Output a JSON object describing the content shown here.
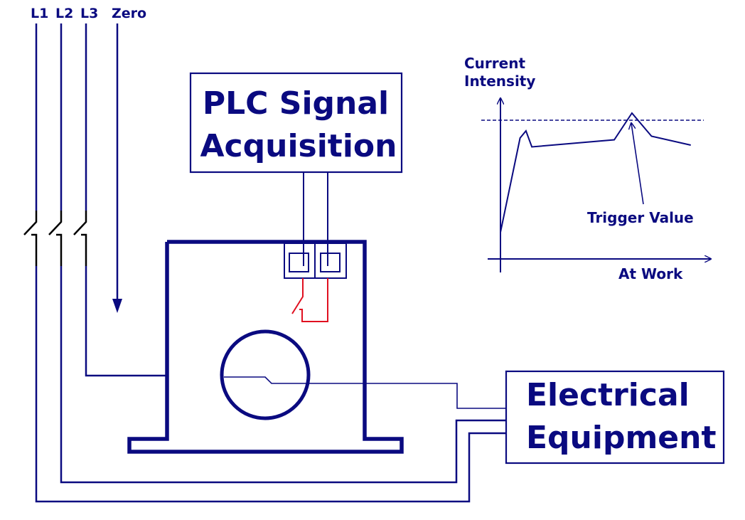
{
  "colors": {
    "primary": "#0a0a80",
    "switch": "#000000",
    "relay": "#e01020",
    "background": "#ffffff"
  },
  "lines": {
    "l1": "L1",
    "l2": "L2",
    "l3": "L3",
    "zero": "Zero"
  },
  "plc_box": {
    "line1": "PLC Signal",
    "line2": "Acquisition"
  },
  "equipment_box": {
    "line1": "Electrical",
    "line2": "Equipment"
  },
  "chart_data": {
    "type": "line",
    "title": "",
    "ylabel_line1": "Current",
    "ylabel_line2": "Intensity",
    "xlabel": "At Work",
    "annotation": "Trigger Value",
    "grid": false,
    "threshold": {
      "label": "Trigger Value",
      "value": 0.78,
      "style": "dashed"
    },
    "x": [
      0,
      0.1,
      0.13,
      0.16,
      0.58,
      0.67,
      0.77,
      0.97
    ],
    "series": [
      {
        "name": "current",
        "values": [
          0.15,
          0.68,
          0.72,
          0.63,
          0.67,
          0.82,
          0.69,
          0.64
        ]
      }
    ],
    "xlim": [
      0,
      1
    ],
    "ylim": [
      0,
      1
    ]
  }
}
